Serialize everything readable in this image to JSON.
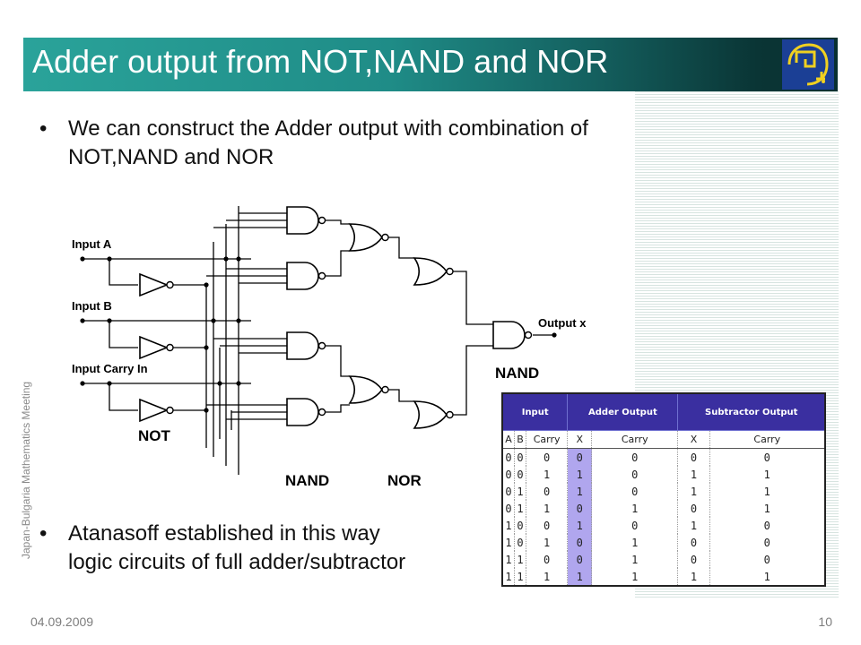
{
  "header": {
    "title": "Adder output from NOT,NAND and NOR"
  },
  "logo": {
    "name": "jbmm-logo"
  },
  "sidebar": {
    "vertical_label": "Japan-Bulgaria Mathematics Meeting"
  },
  "bullets": [
    {
      "line1": "We can construct the Adder output with combination of",
      "line2": "NOT,NAND and NOR"
    },
    {
      "line1": "Atanasoff established in this way",
      "line2": "logic circuits of full adder/subtractor"
    }
  ],
  "circuit": {
    "inputs": [
      "Input A",
      "Input B",
      "Input Carry In"
    ],
    "output": "Output x",
    "gate_labels": {
      "not": "NOT",
      "nand": "NAND",
      "nor": "NOR",
      "final_nand": "NAND"
    }
  },
  "truth_table": {
    "header_groups": [
      "Input",
      "Adder Output",
      "Subtractor Output"
    ],
    "subheaders": [
      "A",
      "B",
      "Carry",
      "X",
      "Carry",
      "X",
      "Carry"
    ],
    "rows": [
      [
        "0",
        "0",
        "0",
        "0",
        "0",
        "0",
        "0"
      ],
      [
        "0",
        "0",
        "1",
        "1",
        "0",
        "1",
        "1"
      ],
      [
        "0",
        "1",
        "0",
        "1",
        "0",
        "1",
        "1"
      ],
      [
        "0",
        "1",
        "1",
        "0",
        "1",
        "0",
        "1"
      ],
      [
        "1",
        "0",
        "0",
        "1",
        "0",
        "1",
        "0"
      ],
      [
        "1",
        "0",
        "1",
        "0",
        "1",
        "0",
        "0"
      ],
      [
        "1",
        "1",
        "0",
        "0",
        "1",
        "0",
        "0"
      ],
      [
        "1",
        "1",
        "1",
        "1",
        "1",
        "1",
        "1"
      ]
    ],
    "highlight_color": "#b0a6ee",
    "header_color": "#3a2fa0"
  },
  "footer": {
    "date": "04.09.2009",
    "page": "10"
  },
  "colors": {
    "title_start": "#2aa39a",
    "title_end": "#083030",
    "logo_bg": "#1b3f95",
    "logo_fg": "#f0d020"
  }
}
